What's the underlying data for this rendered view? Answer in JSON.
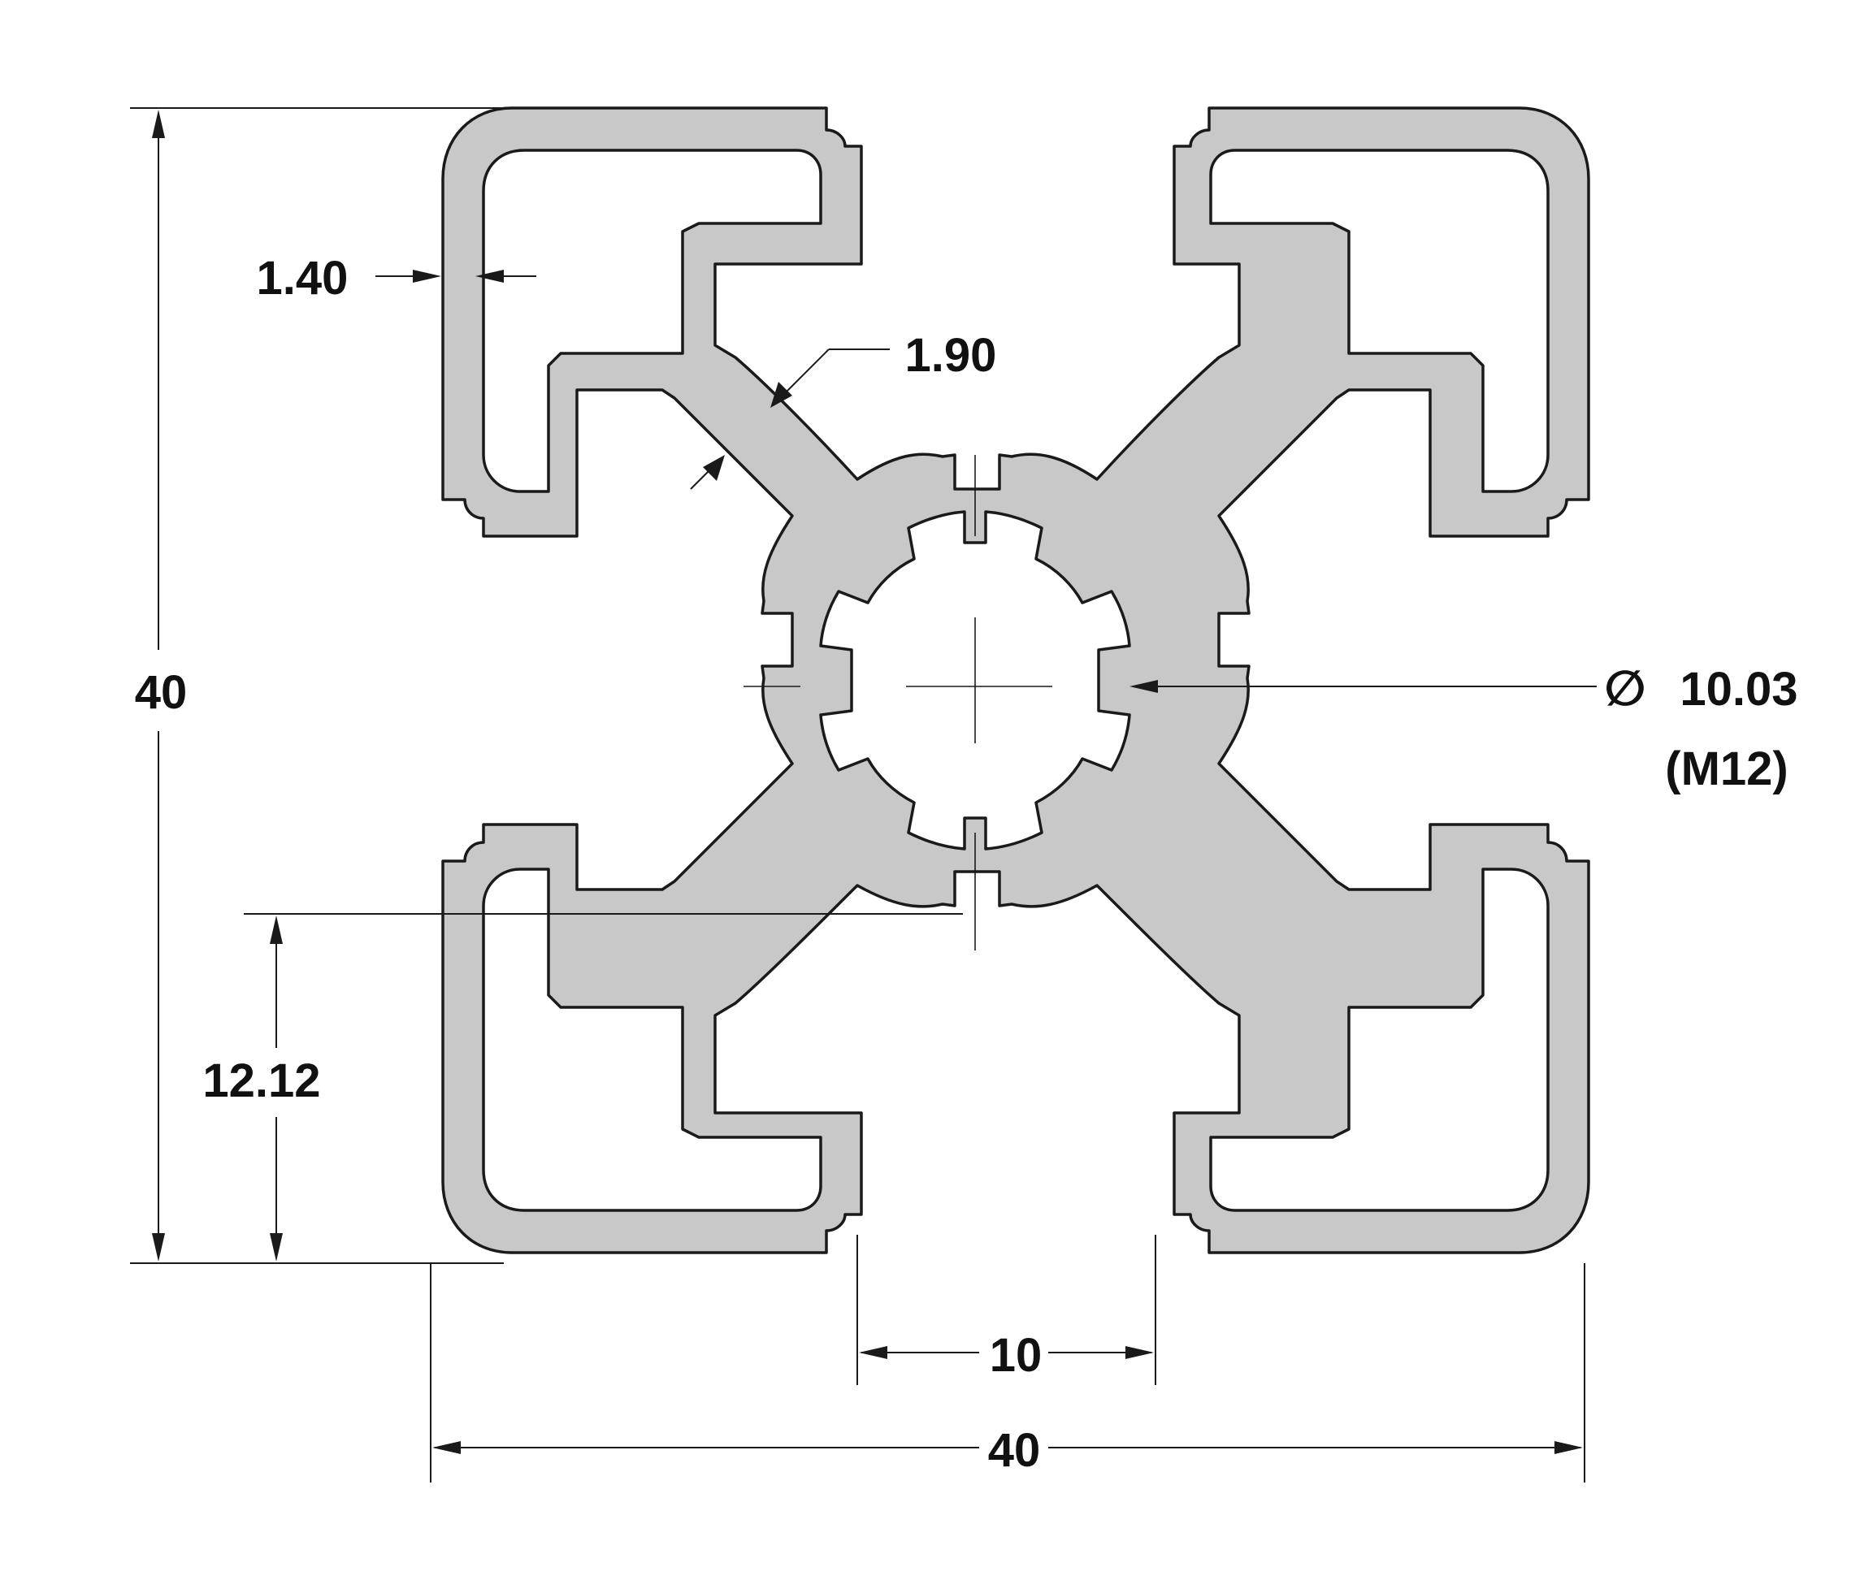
{
  "dimensions": {
    "wall_thickness": "1.40",
    "web_thickness": "1.90",
    "overall_height": "40",
    "overall_width": "40",
    "center_bore": "10.03",
    "center_bore_thread": "(M12)",
    "slot_width": "10",
    "slot_offset": "12.12"
  },
  "symbols": {
    "diameter": "∅"
  },
  "colors": {
    "profile_fill": "#c8c8c8",
    "line": "#1a1a1a",
    "background": "#ffffff"
  }
}
